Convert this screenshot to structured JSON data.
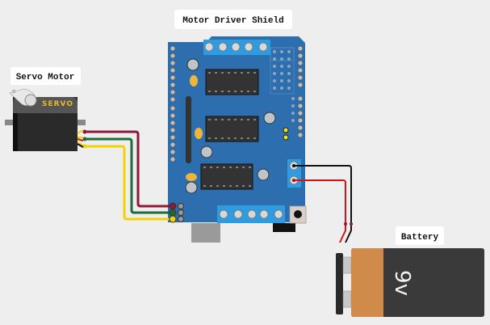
{
  "labels": {
    "shield": "Motor Driver Shield",
    "servo": "Servo Motor",
    "battery": "Battery"
  },
  "servo": {
    "body_text": "SERVO"
  },
  "battery": {
    "voltage_text": "9v"
  },
  "colors": {
    "background": "#eeeeee",
    "board": "#2d6fae",
    "terminal": "#2f9be0",
    "chip": "#333333",
    "wire_signal_red": "#8b1a3a",
    "wire_green": "#1e6b3a",
    "wire_yellow": "#f2d200",
    "wire_black": "#111111",
    "wire_red": "#d41414",
    "battery_orange": "#d08a4a",
    "battery_body": "#3a3a3a"
  }
}
